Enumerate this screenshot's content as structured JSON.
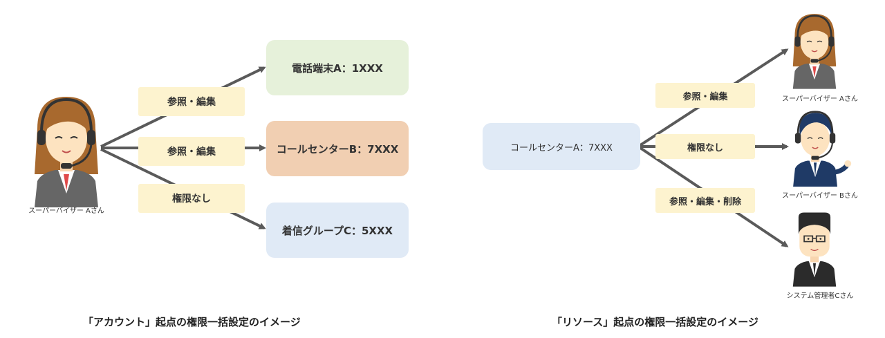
{
  "colors": {
    "arrow": "#5a5a5a",
    "label_bg": "#fdf3cf",
    "green": "#e6f1da",
    "orange": "#f1cfb2",
    "blue": "#e0eaf6",
    "hair_brown": "#a8692e",
    "skin": "#fde3c0",
    "suit_navy": "#1f3a66",
    "suit_dark": "#2b2b2b"
  },
  "account_view": {
    "user_caption": "スーパーバイザー Aさん",
    "labels": [
      "参照・編集",
      "参照・編集",
      "権限なし"
    ],
    "resources": [
      "電話端末A：1XXX",
      "コールセンターB：7XXX",
      "着信グループC：5XXX"
    ],
    "title": "「アカウント」起点の権限一括設定のイメージ"
  },
  "resource_view": {
    "resource": "コールセンターA：7XXX",
    "labels": [
      "参照・編集",
      "権限なし",
      "参照・編集・削除"
    ],
    "users": [
      "スーパーバイザー Aさん",
      "スーパーバイザー Bさん",
      "システム管理者Cさん"
    ],
    "title": "「リソース」起点の権限一括設定のイメージ"
  }
}
